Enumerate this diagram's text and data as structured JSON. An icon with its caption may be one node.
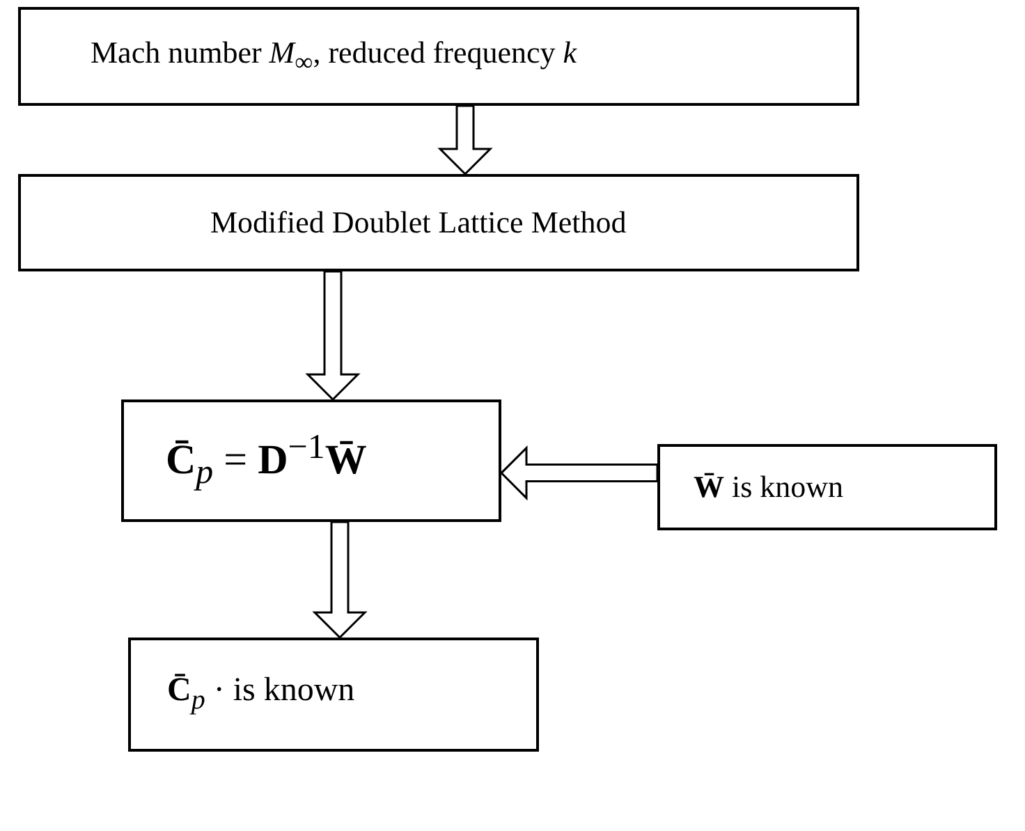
{
  "diagram": {
    "nodes": [
      {
        "text": [
          "Mach number  *M*$_{∞}$, reduced frequency  *k*"
        ]
      },
      {
        "text": [
          "Modified Doublet Lattice Method"
        ]
      },
      {
        "text": [
          "**C̄**$_{p}$  =  **D**$^{−1}$**W̄**"
        ]
      },
      {
        "text": [
          "**W̄**  is known"
        ]
      },
      {
        "text": [
          "**C̄**$_{p}$  ·  is known"
        ]
      }
    ],
    "edges": [
      {
        "from": 0,
        "to": 1,
        "arrow": "to"
      },
      {
        "from": 1,
        "to": 2,
        "arrow": "to"
      },
      {
        "from": 3,
        "to": 2,
        "arrow": "to"
      },
      {
        "from": 2,
        "to": 4,
        "arrow": "to"
      }
    ]
  }
}
